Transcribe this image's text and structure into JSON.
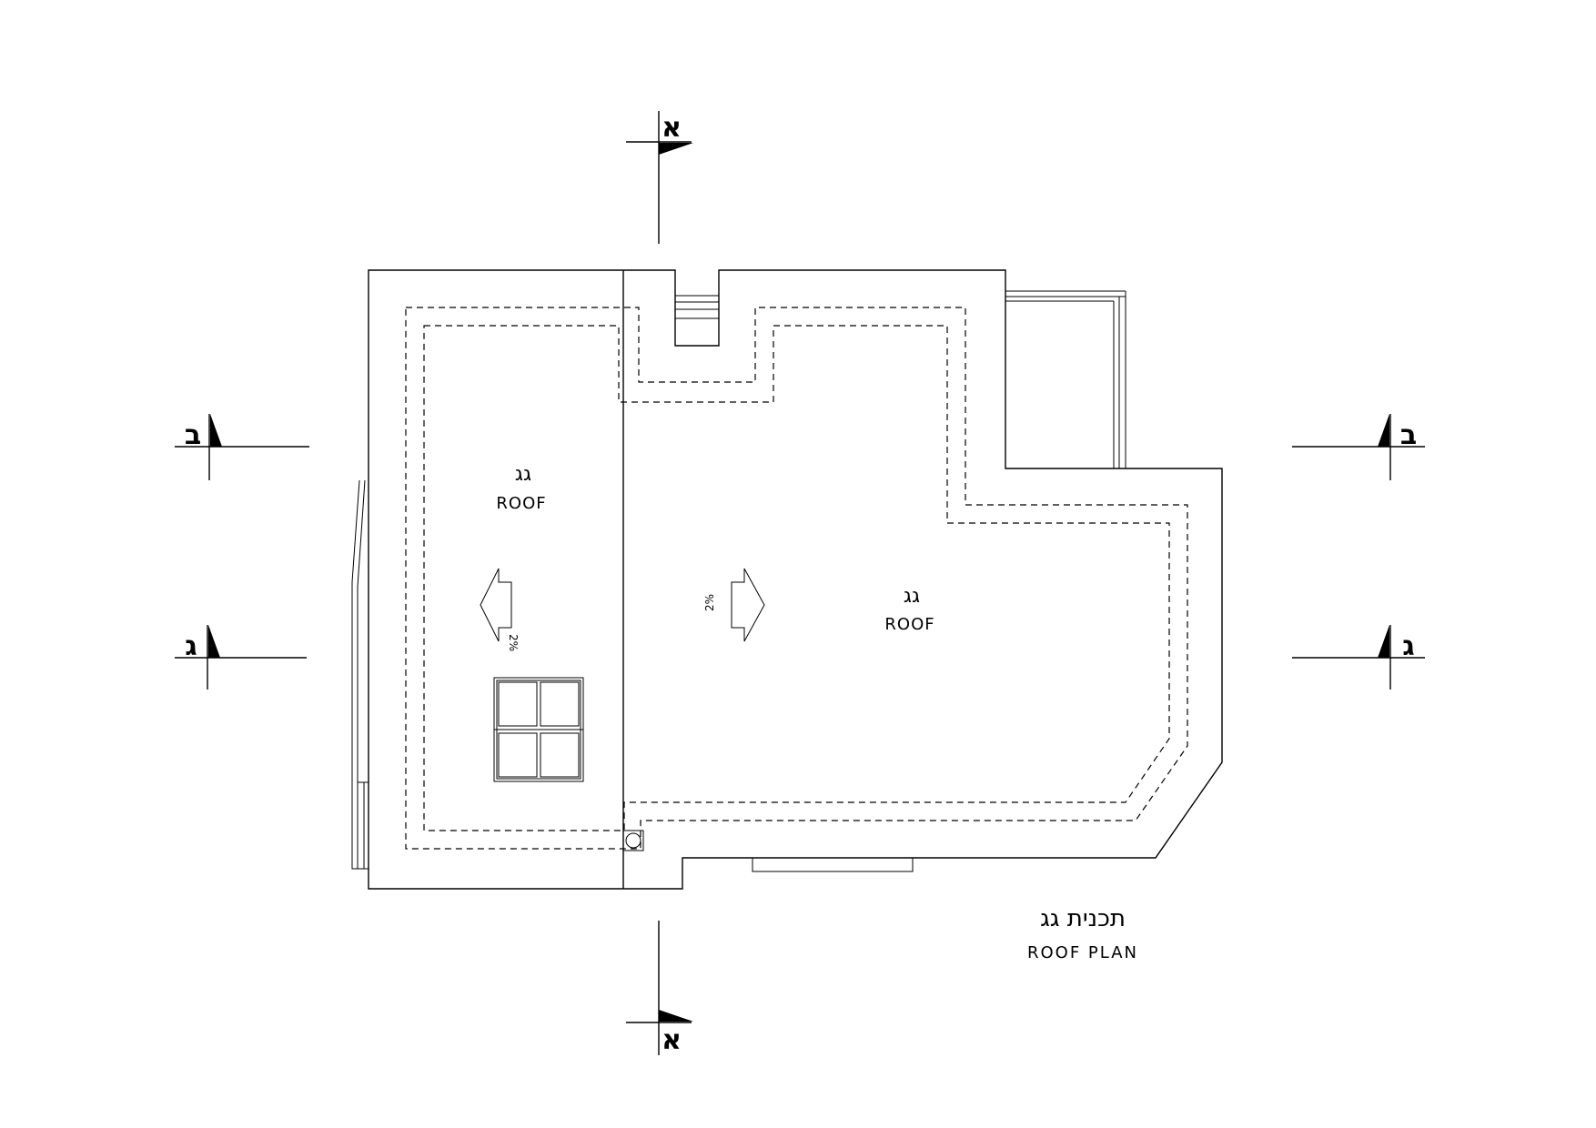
{
  "section_marks": {
    "a": "א",
    "b": "ב",
    "g": "ג"
  },
  "rooms": [
    {
      "id": "left",
      "hebrew": "גג",
      "english": "ROOF"
    },
    {
      "id": "right",
      "hebrew": "גג",
      "english": "ROOF"
    }
  ],
  "slopes": {
    "left": "2%",
    "right": "2%"
  },
  "title": {
    "hebrew": "תכנית גג",
    "english": "ROOF PLAN"
  }
}
